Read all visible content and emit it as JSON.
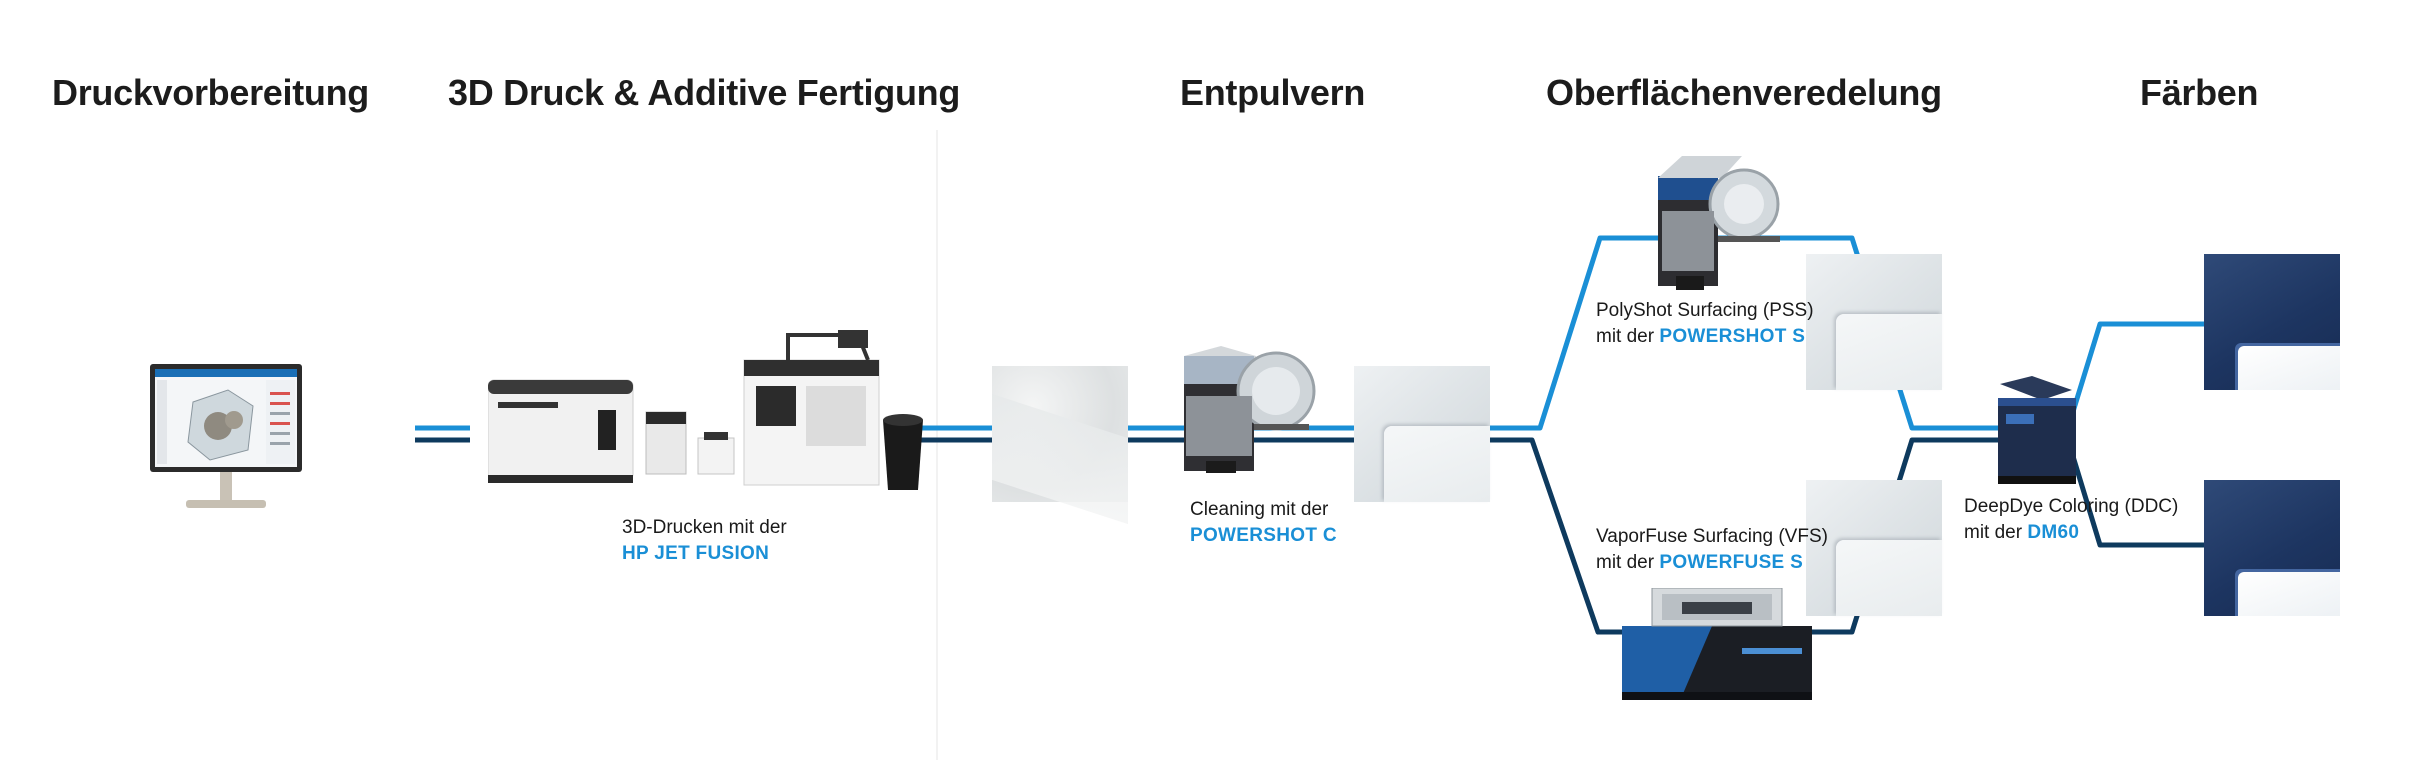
{
  "stages": [
    {
      "title": "Druckvorbereitung"
    },
    {
      "title": "3D Druck  & Additive Fertigung"
    },
    {
      "title": "Entpulvern"
    },
    {
      "title": "Oberflächenveredelung"
    },
    {
      "title": "Färben"
    }
  ],
  "captions": {
    "printing": {
      "line1": "3D-Drucken mit der",
      "line2": "HP JET FUSION"
    },
    "cleaning": {
      "line1": "Cleaning mit der",
      "line2": "POWERSHOT C"
    },
    "polyshot": {
      "line1": "PolyShot Surfacing (PSS)",
      "prefix": "mit der ",
      "highlight": "POWERSHOT S"
    },
    "vaporfuse": {
      "line1": "VaporFuse Surfacing (VFS)",
      "prefix": "mit der ",
      "highlight": "POWERFUSE S"
    },
    "deepdye": {
      "line1": "DeepDye Coloring (DDC)",
      "prefix": "mit der ",
      "highlight": "DM60"
    }
  },
  "colors": {
    "line_light": "#1a8fd6",
    "line_dark": "#0e3a5e",
    "highlight": "#1a8fd6",
    "machine_blue": "#1f4f8f"
  },
  "icons": [
    "monitor-icon",
    "printer-icon",
    "powder-station-icon",
    "cleaning-machine-icon",
    "polyshot-machine-icon",
    "vaporfuse-machine-icon",
    "dye-machine-icon"
  ]
}
